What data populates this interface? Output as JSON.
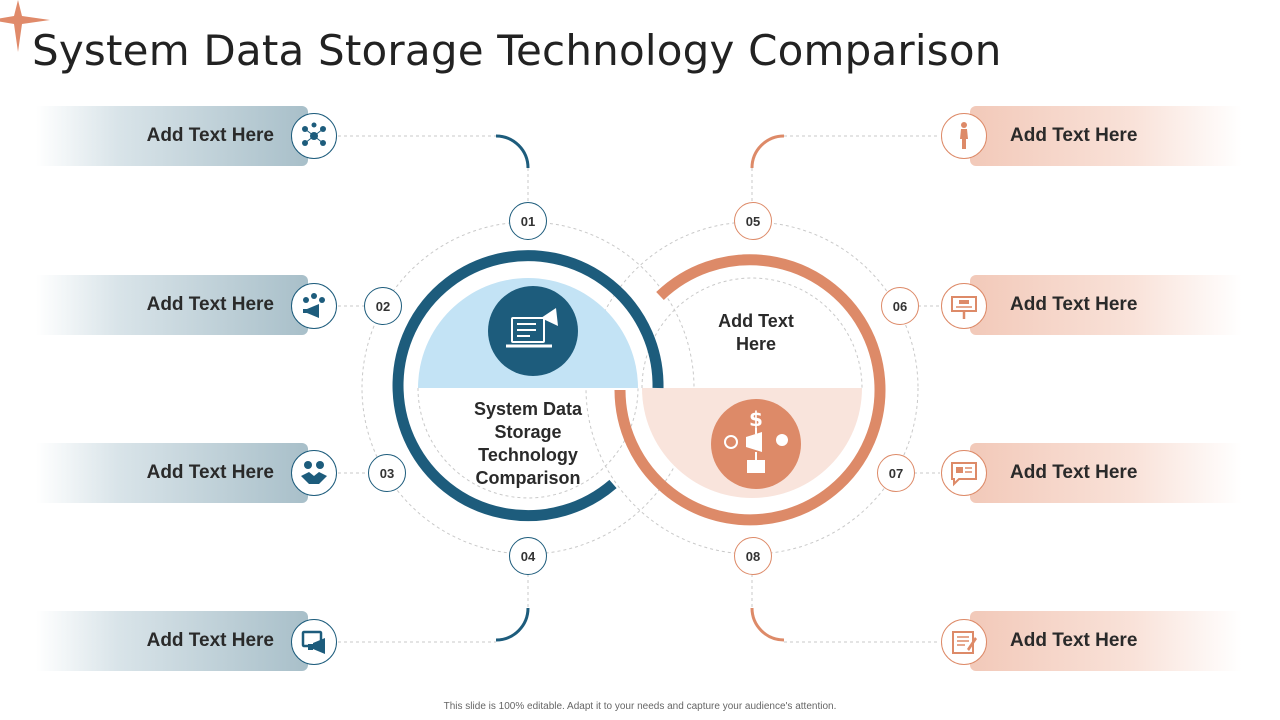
{
  "title": "System Data Storage Technology Comparison",
  "footer": "This slide is 100% editable. Adapt it to your needs and capture your audience's attention.",
  "colors": {
    "blue": "#1d5c7c",
    "light_blue": "#c3e3f5",
    "orange": "#dd8a68",
    "light_orange": "#f9e4dc"
  },
  "center_left_text": "System Data Storage Technology Comparison",
  "center_right_text": "Add Text Here",
  "left_items": [
    {
      "label": "Add Text Here",
      "number": "01",
      "icon": "social-network-icon"
    },
    {
      "label": "Add Text Here",
      "number": "02",
      "icon": "team-megaphone-icon"
    },
    {
      "label": "Add Text Here",
      "number": "03",
      "icon": "handshake-icon"
    },
    {
      "label": "Add Text Here",
      "number": "04",
      "icon": "presentation-megaphone-icon"
    }
  ],
  "right_items": [
    {
      "label": "Add Text Here",
      "number": "05",
      "icon": "person-icon"
    },
    {
      "label": "Add Text Here",
      "number": "06",
      "icon": "billboard-icon"
    },
    {
      "label": "Add Text Here",
      "number": "07",
      "icon": "chat-image-icon"
    },
    {
      "label": "Add Text Here",
      "number": "08",
      "icon": "document-pen-icon"
    }
  ]
}
